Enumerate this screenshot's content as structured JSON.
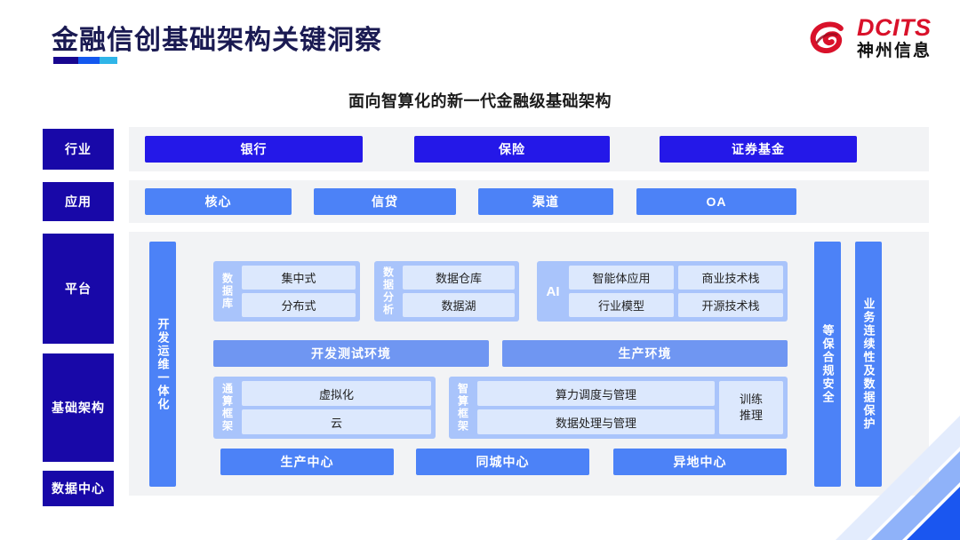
{
  "header": {
    "title": "金融信创基础架构关键洞察",
    "logo": {
      "en": "DCITS",
      "cn": "神州信息",
      "mark": "swirl-logo-icon"
    },
    "rule_colors": [
      "#18068f",
      "#1358ef",
      "#2fb5e8"
    ]
  },
  "subtitle": "面向智算化的新一代金融级基础架构",
  "rails": [
    {
      "id": "industry",
      "label": "行业"
    },
    {
      "id": "app",
      "label": "应用"
    },
    {
      "id": "platform",
      "label": "平台"
    },
    {
      "id": "infra",
      "label": "基础架构"
    },
    {
      "id": "datacenter",
      "label": "数据中心"
    }
  ],
  "industry": {
    "items": [
      {
        "label": "银行"
      },
      {
        "label": "保险"
      },
      {
        "label": "证券基金"
      }
    ]
  },
  "application": {
    "items": [
      {
        "label": "核心"
      },
      {
        "label": "信贷"
      },
      {
        "label": "渠道"
      },
      {
        "label": "OA"
      }
    ]
  },
  "platform": {
    "left_bar": "开发运维一体化",
    "right_bars": [
      {
        "label": "等保合规安全"
      },
      {
        "label": "业务连续性及数据保护"
      }
    ],
    "groups": {
      "database": {
        "label": "数据库",
        "cells": [
          "集中式",
          "分布式"
        ]
      },
      "data_analysis": {
        "label": "数据分析",
        "cells": [
          "数据仓库",
          "数据湖"
        ]
      },
      "ai": {
        "label": "AI",
        "col1": [
          "智能体应用",
          "行业模型"
        ],
        "col2": [
          "商业技术栈",
          "开源技术栈"
        ]
      },
      "general_compute": {
        "label": "通算框架",
        "cells": [
          "虚拟化",
          "云"
        ]
      },
      "smart_compute": {
        "label": "智算框架",
        "cells": [
          "算力调度与管理",
          "数据处理与管理"
        ],
        "side_cell": "训练\n推理",
        "side_cell_line1": "训练",
        "side_cell_line2": "推理"
      }
    },
    "environments": [
      {
        "label": "开发测试环境"
      },
      {
        "label": "生产环境"
      }
    ],
    "datacenters": [
      {
        "label": "生产中心"
      },
      {
        "label": "同城中心"
      },
      {
        "label": "异地中心"
      }
    ]
  },
  "colors": {
    "industry_chip": "#2418e8",
    "app_chip": "#4c82f7",
    "rail": "#1808a8",
    "panel_bg": "#f2f3f5",
    "group_bg": "#a9c4fb",
    "cell_bg": "#dce8fd",
    "env_bar": "#6f96f2",
    "logo_red": "#d9112a"
  }
}
